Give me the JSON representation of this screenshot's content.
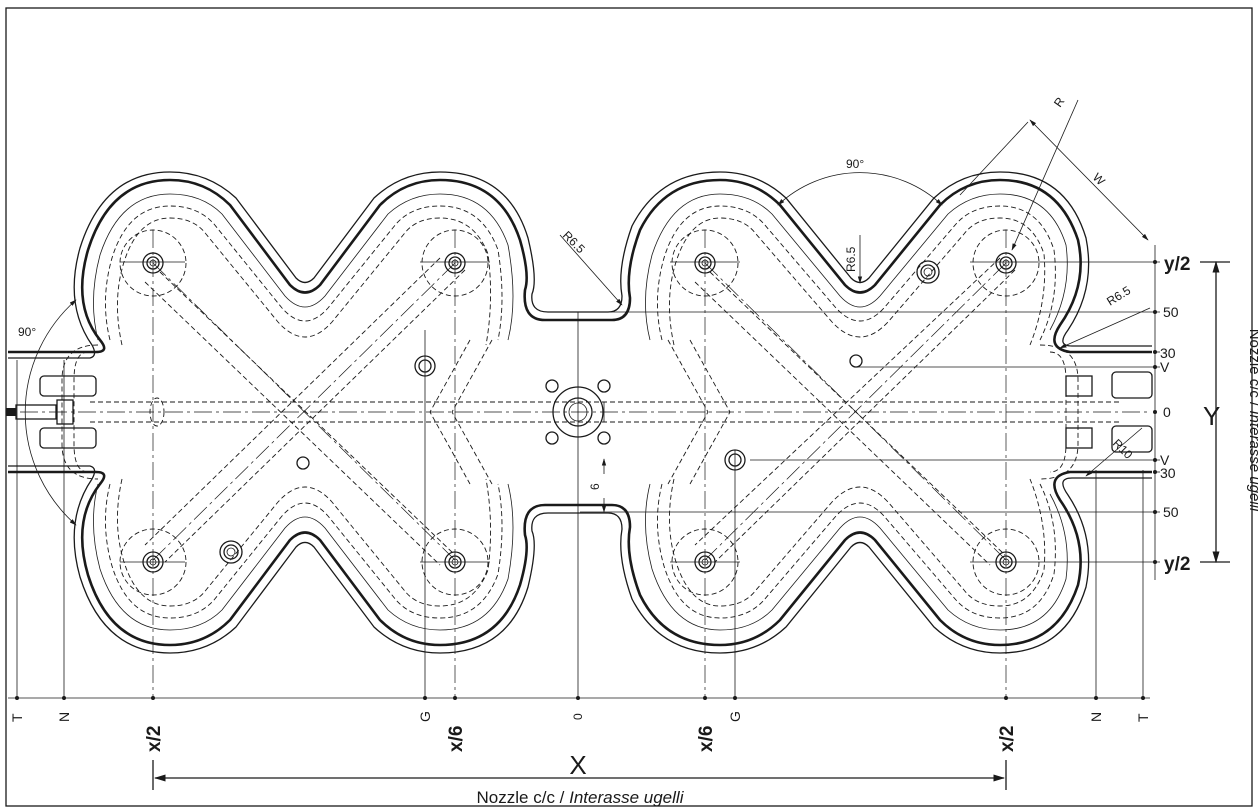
{
  "diagram": {
    "x_labels": {
      "t": "T",
      "n": "N",
      "half": "x/2",
      "g": "G",
      "sixth": "x/6",
      "zero": "0"
    },
    "y_labels": {
      "half": "y/2",
      "fifty": "50",
      "thirty": "30",
      "v": "V",
      "zero": "0"
    },
    "dimensions": {
      "angle_top": "90°",
      "angle_left": "90°",
      "r_top": "R",
      "w": "W",
      "r65_center": "R6.5",
      "r65_top": "R6.5",
      "r65_right": "R6.5",
      "r10": "R10",
      "gap": "6",
      "big_y": "Y",
      "big_x": "X"
    },
    "caption": {
      "normal": "Nozzle c/c / ",
      "italic": "Interasse ugelli"
    },
    "side_caption": {
      "normal": "Nozzle c/c / ",
      "italic": "Interasse ugelli"
    }
  }
}
